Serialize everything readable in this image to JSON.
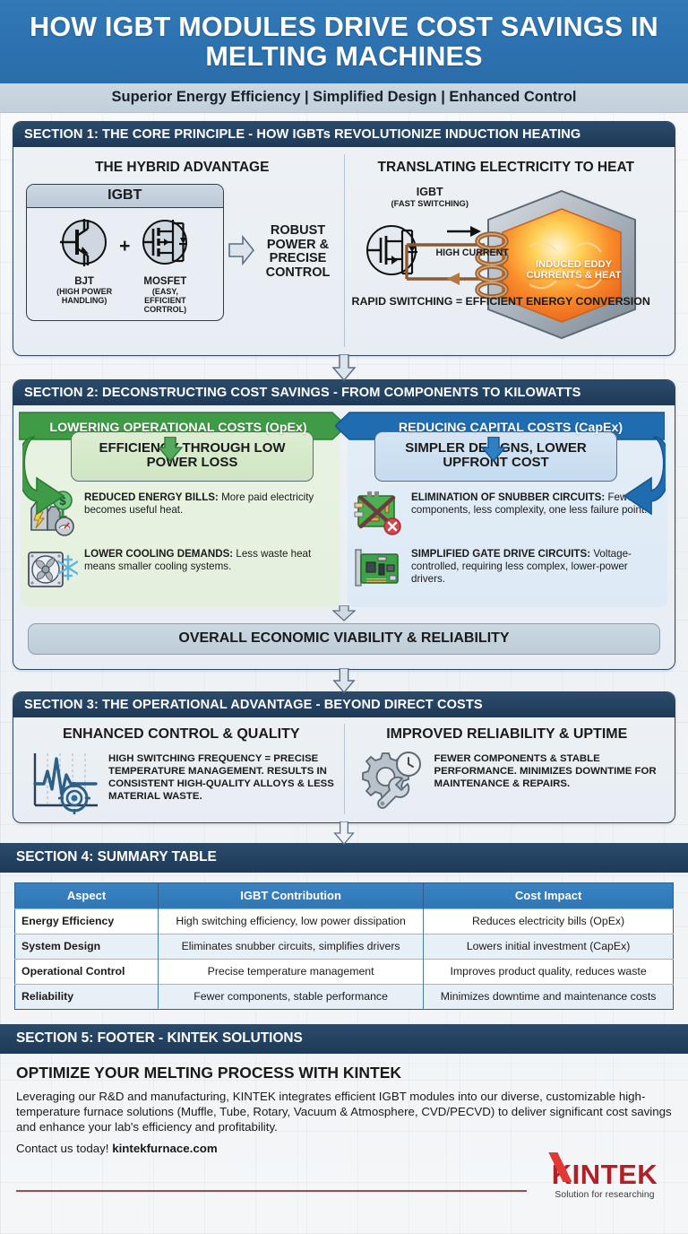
{
  "header": {
    "title": "HOW IGBT MODULES DRIVE COST SAVINGS IN MELTING MACHINES",
    "subtitle": "Superior Energy Efficiency | Simplified Design | Enhanced Control"
  },
  "section1": {
    "heading": "SECTION 1: THE CORE PRINCIPLE - HOW IGBTs REVOLUTIONIZE INDUCTION HEATING",
    "left": {
      "title": "THE HYBRID ADVANTAGE",
      "box_label": "IGBT",
      "device_a": {
        "name": "BJT",
        "sub": "(HIGH POWER HANDLING)",
        "icon": "bjt-symbol-icon"
      },
      "plus": "+",
      "device_b": {
        "name": "MOSFET",
        "sub": "(EASY, EFFICIENT CORTROL)",
        "icon": "mosfet-symbol-icon"
      },
      "result": "ROBUST POWER & PRECISE CONTROL"
    },
    "right": {
      "title": "TRANSLATING ELECTRICITY TO HEAT",
      "igbt_label": "IGBT",
      "igbt_sub": "(FAST SWITCHING)",
      "current_label": "HIGH CURRENT",
      "crucible_label": "INDUCED EDDY CURRENTS & HEAT",
      "conclusion": "RAPID SWITCHING = EFFICIENT ENERGY CONVERSION"
    }
  },
  "section2": {
    "heading": "SECTION 2: DECONSTRUCTING COST SAVINGS - FROM COMPONENTS TO KILOWATTS",
    "opex": {
      "banner": "LOWERING OPERATIONAL COSTS (OpEx)",
      "pill": "EFFICIENCY THROUGH LOW POWER LOSS",
      "bullets": [
        {
          "icon": "power-plant-dollar-icon",
          "title": "REDUCED ENERGY BILLS:",
          "text": "More paid electricity becomes useful heat."
        },
        {
          "icon": "cooling-fan-snowflake-icon",
          "title": "LOWER COOLING DEMANDS:",
          "text": "Less waste heat means smaller cooling systems."
        }
      ]
    },
    "capex": {
      "banner": "REDUCING CAPITAL COSTS (CapEx)",
      "pill": "SIMPLER DESIGNS, LOWER UPFRONT COST",
      "bullets": [
        {
          "icon": "crossed-out-circuit-board-icon",
          "title": "ELIMINATION OF SNUBBER CIRCUITS:",
          "text": "Fewer components, less complexity, one less failure point."
        },
        {
          "icon": "gate-drive-card-icon",
          "title": "SIMPLIFIED GATE DRIVE CIRCUITS:",
          "text": "Voltage-controlled, requiring less complex, lower-power drivers."
        }
      ]
    },
    "overall": "OVERALL ECONOMIC VIABILITY & RELIABILITY"
  },
  "section3": {
    "heading": "SECTION 3: THE OPERATIONAL ADVANTAGE - BEYOND DIRECT COSTS",
    "left": {
      "title": "ENHANCED CONTROL & QUALITY",
      "icon": "waveform-target-icon",
      "text": "HIGH SWITCHING FREQUENCY = PRECISE TEMPERATURE MANAGEMENT. RESULTS IN CONSISTENT HIGH-QUALITY ALLOYS & LESS MATERIAL WASTE."
    },
    "right": {
      "title": "IMPROVED RELIABILITY & UPTIME",
      "icon": "gear-wrench-clock-icon",
      "text": "FEWER COMPONENTS & STABLE PERFORMANCE. MINIMIZES DOWNTIME FOR MAINTENANCE & REPAIRS."
    }
  },
  "section4": {
    "heading": "SECTION 4: SUMMARY TABLE",
    "table": {
      "columns": [
        "Aspect",
        "IGBT Contribution",
        "Cost Impact"
      ],
      "rows": [
        [
          "Energy Efficiency",
          "High switching efficiency, low power dissipation",
          "Reduces electricity bills (OpEx)"
        ],
        [
          "System Design",
          "Eliminates snubber circuits, simplifies drivers",
          "Lowers initial investment (CapEx)"
        ],
        [
          "Operational Control",
          "Precise temperature management",
          "Improves product quality, reduces waste"
        ],
        [
          "Reliability",
          "Fewer components, stable performance",
          "Minimizes downtime and maintenance costs"
        ]
      ]
    }
  },
  "section5": {
    "heading": "SECTION 5: FOOTER - KINTEK SOLUTIONS",
    "title": "OPTIMIZE YOUR MELTING PROCESS WITH KINTEK",
    "body": "Leveraging our R&D and manufacturing, KINTEK integrates efficient IGBT modules into our diverse, customizable high-temperature furnace solutions (Muffle, Tube, Rotary, Vacuum & Atmosphere, CVD/PECVD) to deliver significant cost savings and enhance your lab's efficiency and profitability.",
    "contact_prefix": "Contact us today! ",
    "contact_link": "kintekfurnace.com",
    "logo_name": "KINTEK",
    "logo_tagline": "Solution for researching"
  },
  "colors": {
    "header_blue": "#2d72b0",
    "section_header_navy": "#1e3a57",
    "opex_green": "#3f9b46",
    "capex_blue": "#1f6cb0",
    "table_header_blue": "#2f76b5",
    "brand_red": "#b02025"
  }
}
